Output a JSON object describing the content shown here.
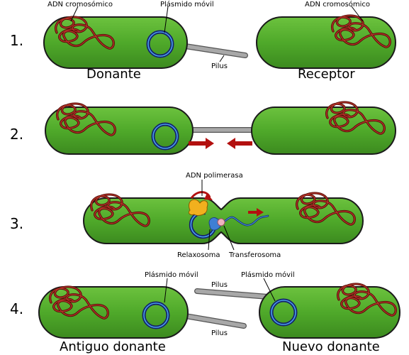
{
  "steps": [
    "1.",
    "2.",
    "3.",
    "4."
  ],
  "labels": {
    "adn_cromosomico_left": "ADN cromosómico",
    "plasmido_movil_top": "Plásmido móvil",
    "adn_cromosomico_right": "ADN cromosómico",
    "pilus_step1": "Pilus",
    "donante": "Donante",
    "receptor": "Receptor",
    "adn_polimerasa": "ADN polimerasa",
    "relaxosoma": "Relaxosoma",
    "transferosoma": "Transferosoma",
    "plasmido_movil_4a": "Plásmido móvil",
    "plasmido_movil_4b": "Plásmido móvil",
    "pilus_4_top": "Pilus",
    "pilus_4_bottom": "Pilus",
    "antiguo_donante": "Antiguo donante",
    "nuevo_donante": "Nuevo donante"
  },
  "colors": {
    "cell_fill": "#4fa92a",
    "chromosome": "#5a0f0a",
    "plasmid": "#13206e",
    "plasmid_inner": "#4aa0e8",
    "arrow": "#b3100f",
    "pilus": "#a8a8a8",
    "polymerase": "#f2b01e",
    "relaxosome": "#3f7fd4",
    "transferosome": "#f0b4c0"
  }
}
